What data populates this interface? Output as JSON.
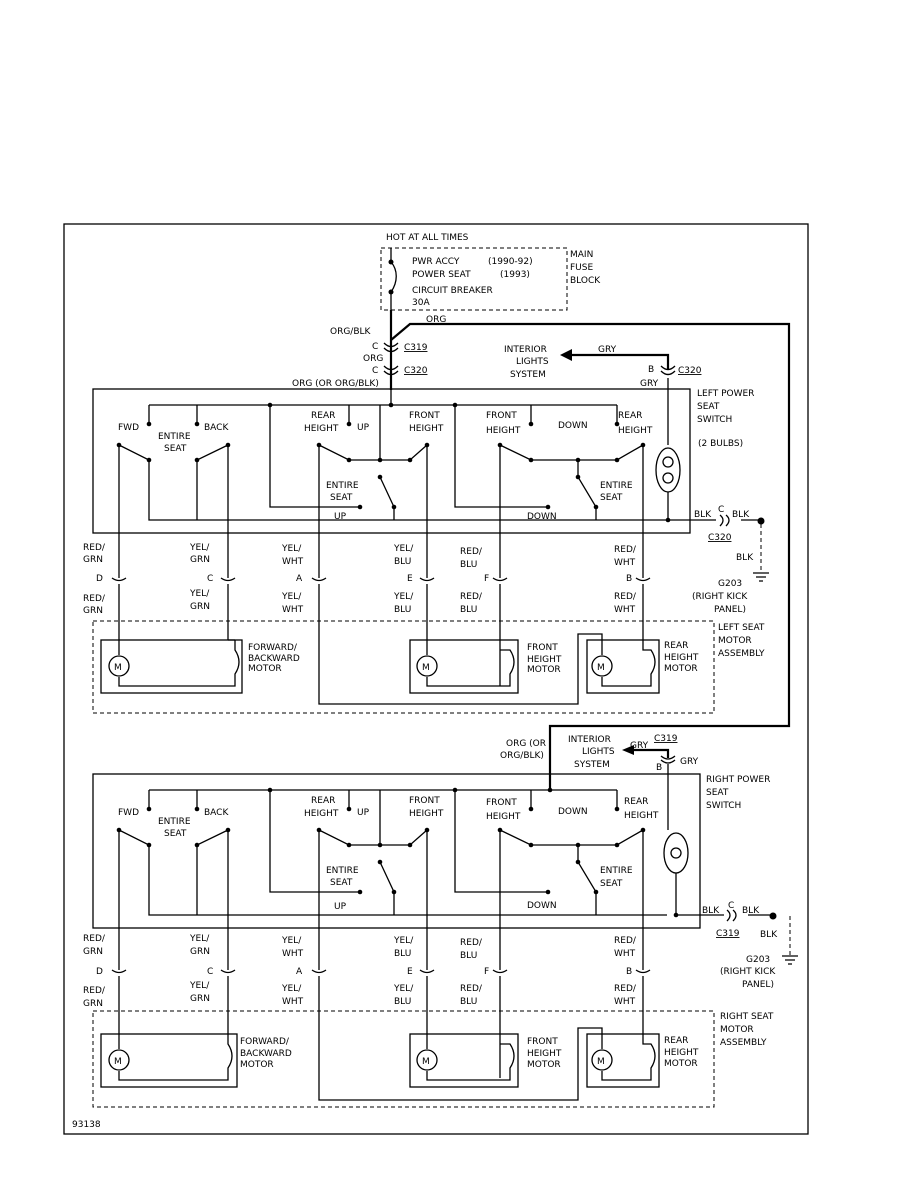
{
  "diagram_id": "93138",
  "power": {
    "hot_label": "HOT AT ALL TIMES",
    "fuse_line1": "PWR ACCY",
    "fuse_line1_years": "(1990-92)",
    "fuse_line2": "POWER SEAT",
    "fuse_line2_years": "(1993)",
    "fuse_line3": "CIRCUIT BREAKER",
    "fuse_line4": "30A",
    "block_line1": "MAIN",
    "block_line2": "FUSE",
    "block_line3": "BLOCK",
    "wire_org_blk": "ORG/BLK",
    "wire_org": "ORG",
    "wire_org_or": "ORG (OR ORG/BLK)",
    "c319": "C319",
    "c320": "C320",
    "pin_c": "C",
    "pin_b": "B"
  },
  "left": {
    "interior_line1": "INTERIOR",
    "interior_line2": "LIGHTS",
    "interior_line3": "SYSTEM",
    "gry": "GRY",
    "switch_line1": "LEFT POWER",
    "switch_line2": "SEAT",
    "switch_line3": "SWITCH",
    "bulbs": "(2 BULBS)",
    "blk": "BLK",
    "g203": "G203",
    "kick1": "(RIGHT KICK",
    "kick2": "PANEL)",
    "motor_line1": "LEFT SEAT",
    "motor_line2": "MOTOR",
    "motor_line3": "ASSEMBLY"
  },
  "right": {
    "org_line1": "ORG (OR",
    "org_line2": "ORG/BLK)",
    "interior_line1": "INTERIOR",
    "interior_line2": "LIGHTS",
    "interior_line3": "SYSTEM",
    "gry": "GRY",
    "switch_line1": "RIGHT POWER",
    "switch_line2": "SEAT",
    "switch_line3": "SWITCH",
    "blk": "BLK",
    "g203": "G203",
    "kick1": "(RIGHT KICK",
    "kick2": "PANEL)",
    "motor_line1": "RIGHT SEAT",
    "motor_line2": "MOTOR",
    "motor_line3": "ASSEMBLY"
  },
  "switch_labels": {
    "fwd": "FWD",
    "back": "BACK",
    "entire": "ENTIRE",
    "seat": "SEAT",
    "rear": "REAR",
    "front": "FRONT",
    "height": "HEIGHT",
    "up": "UP",
    "down": "DOWN"
  },
  "wires": {
    "red": "RED/",
    "grn": "GRN",
    "yel": "YEL/",
    "wht": "WHT",
    "blu": "BLU",
    "pin_d": "D",
    "pin_c": "C",
    "pin_a": "A",
    "pin_e": "E",
    "pin_f": "F",
    "pin_b": "B"
  },
  "motors": {
    "fb_line1": "FORWARD/",
    "fb_line2": "BACKWARD",
    "fb_line3": "MOTOR",
    "fh_line1": "FRONT",
    "fh_line2": "HEIGHT",
    "fh_line3": "MOTOR",
    "rh_line1": "REAR",
    "rh_line2": "HEIGHT",
    "rh_line3": "MOTOR",
    "m": "M"
  }
}
